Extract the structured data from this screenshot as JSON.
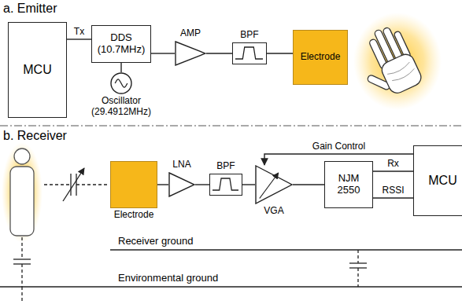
{
  "diagram": {
    "nodes": [
      {
        "text": [
          "MCU"
        ]
      },
      {
        "text": [
          "DDS (10.7MHz)"
        ]
      },
      {
        "text": [
          "Oscillator (29.4912MHz)"
        ]
      },
      {
        "text": [
          "AMP"
        ]
      },
      {
        "text": [
          "BPF"
        ]
      },
      {
        "text": [
          "Electrode"
        ]
      },
      {
        "text": [
          "Electrode"
        ]
      },
      {
        "text": [
          "LNA"
        ]
      },
      {
        "text": [
          "BPF"
        ]
      },
      {
        "text": [
          "VGA"
        ]
      },
      {
        "text": [
          "NJM 2550"
        ]
      },
      {
        "text": [
          "MCU"
        ]
      }
    ],
    "edges": [
      {
        "from": 0,
        "to": 1,
        "label": "Tx",
        "arrow": "none"
      },
      {
        "from": 2,
        "to": 1,
        "arrow": "none"
      },
      {
        "from": 1,
        "to": 3,
        "arrow": "none"
      },
      {
        "from": 3,
        "to": 4,
        "arrow": "none"
      },
      {
        "from": 4,
        "to": 5,
        "arrow": "none"
      },
      {
        "from": 6,
        "to": 7,
        "arrow": "none"
      },
      {
        "from": 7,
        "to": 8,
        "arrow": "none"
      },
      {
        "from": 8,
        "to": 9,
        "arrow": "none"
      },
      {
        "from": 9,
        "to": 10,
        "arrow": "none"
      },
      {
        "from": 10,
        "to": 11,
        "label": "Rx",
        "arrow": "none"
      },
      {
        "from": 10,
        "to": 11,
        "label": "RSSI",
        "arrow": "none"
      },
      {
        "from": 11,
        "to": 9,
        "label": "Gain Control",
        "arrow": "to"
      }
    ],
    "labels": [
      "a. Emitter",
      "b. Receiver",
      "Receiver ground",
      "Environmental ground"
    ]
  }
}
